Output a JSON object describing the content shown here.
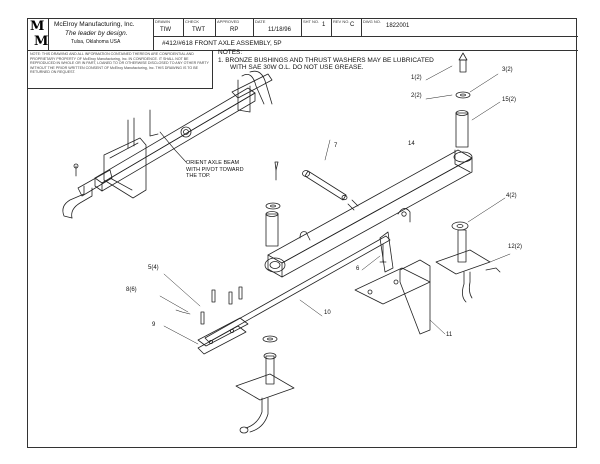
{
  "title_block": {
    "logo_letters": [
      "M",
      "M"
    ],
    "company_name": "McElroy Manufacturing, Inc.",
    "tagline": "The leader by design.",
    "location": "Tulsa, Oklahoma USA",
    "drawn_label": "DRAWN",
    "drawn_value": "TIW",
    "check_label": "CHECK",
    "check_value": "TWT",
    "approved_label": "APPROVED",
    "approved_value": "RP",
    "date_label": "DATE",
    "date_value": "11/18/96",
    "sht_label": "SHT NO.",
    "sht_value": "1",
    "rev_label": "REV NO.",
    "rev_value": "C",
    "dwg_label": "DWG NO.",
    "dwg_value": "1822001",
    "part_title": "#412/#618 FRONT AXLE ASSEMBLY, 5P",
    "disclaimer": "NOTE: THIS DRAWING AND ALL INFORMATION CONTAINED THEREON ARE CONFIDENTIAL AND PROPRIETARY PROPERTY OF McElroy Manufacturing, Inc. IN CONFIDENCE. IT SHALL NOT BE REPRODUCED IN WHOLE OR IN PART, LOANED TO OR OTHERWISE DISCLOSED TO ANY OTHER PARTY WITHOUT THE PRIOR WRITTEN CONSENT OF McElroy Manufacturing, Inc. THIS DRAWING IS TO BE RETURNED ON REQUEST."
  },
  "notes": {
    "heading": "NOTES:",
    "line1": "1.  BRONZE BUSHINGS AND THRUST WASHERS MAY BE LUBRICATED",
    "line2": "WITH SAE 30W O.L. DO NOT USE GREASE."
  },
  "orient_note": {
    "line1": "ORIENT AXLE BEAM",
    "line2": "WITH PIVOT TOWARD",
    "line3": "THE TOP."
  },
  "callouts": {
    "c1": "1(2)",
    "c2": "2(2)",
    "c3": "3(2)",
    "c15": "15(2)",
    "c7": "7",
    "c14": "14",
    "c4": "4(2)",
    "c12": "12(2)",
    "c6": "6",
    "c5": "5(4)",
    "c8": "8(6)",
    "c9": "9",
    "c10": "10",
    "c11": "11"
  }
}
